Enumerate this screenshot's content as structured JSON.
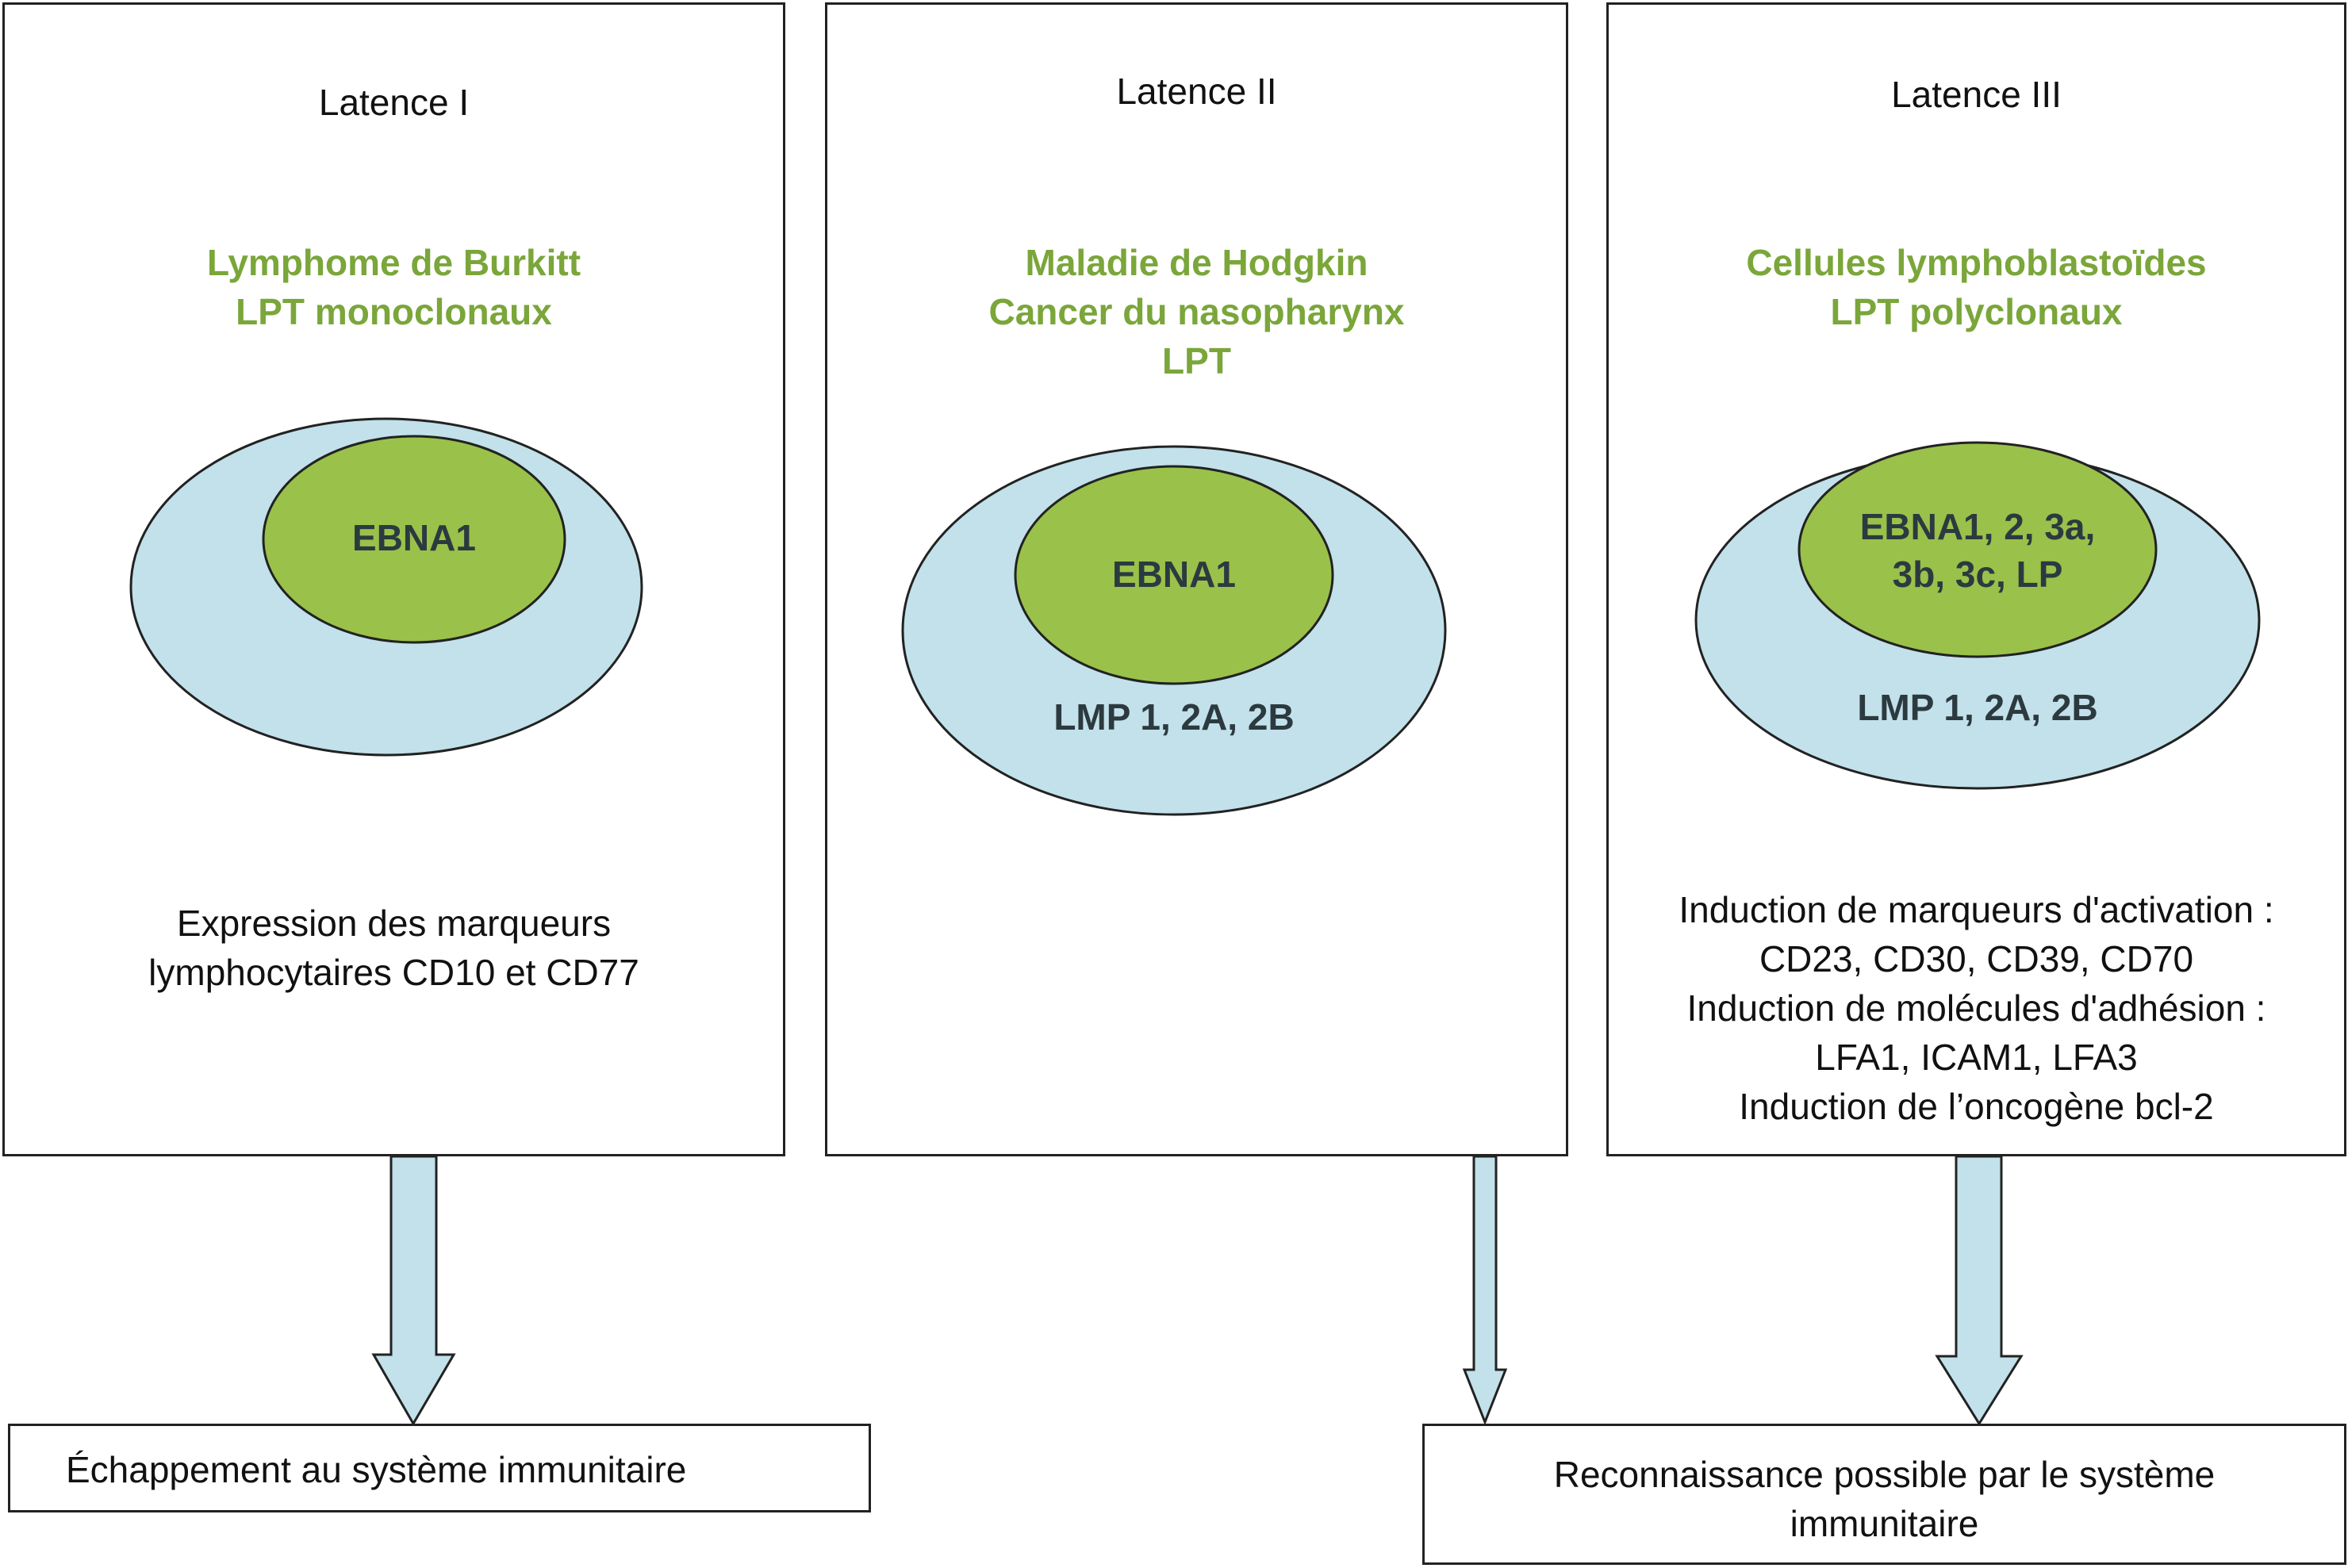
{
  "colors": {
    "cell_outer": "#c2e1ea",
    "cell_nucleus": "#9ac14a",
    "green_text": "#7aa63a",
    "arrow_fill": "#c2e1ea",
    "stroke": "#222222"
  },
  "panels": [
    {
      "title": "Latence I",
      "diseases": [
        "Lymphome de Burkitt",
        "LPT monoclonaux"
      ],
      "nucleus_label": "EBNA1",
      "membrane_label": "",
      "notes": [
        "Expression des marqueurs",
        "lymphocytaires CD10 et CD77"
      ]
    },
    {
      "title": "Latence II",
      "diseases": [
        "Maladie de Hodgkin",
        "Cancer du nasopharynx",
        "LPT"
      ],
      "nucleus_label": "EBNA1",
      "membrane_label": "LMP 1, 2A, 2B",
      "notes": []
    },
    {
      "title": "Latence III",
      "diseases": [
        "Cellules lymphoblastoïdes",
        "LPT polyclonaux"
      ],
      "nucleus_label": [
        "EBNA1, 2, 3a,",
        "3b, 3c, LP"
      ],
      "membrane_label": "LMP 1, 2A, 2B",
      "notes": [
        "Induction de marqueurs d'activation :",
        "CD23, CD30, CD39, CD70",
        "Induction de molécules d'adhésion :",
        "LFA1, ICAM1, LFA3",
        "Induction de l’oncogène bcl-2"
      ]
    }
  ],
  "outcomes": {
    "escape": "Échappement au système immunitaire",
    "recognition": [
      "Reconnaissance possible par le système",
      "immunitaire"
    ]
  }
}
